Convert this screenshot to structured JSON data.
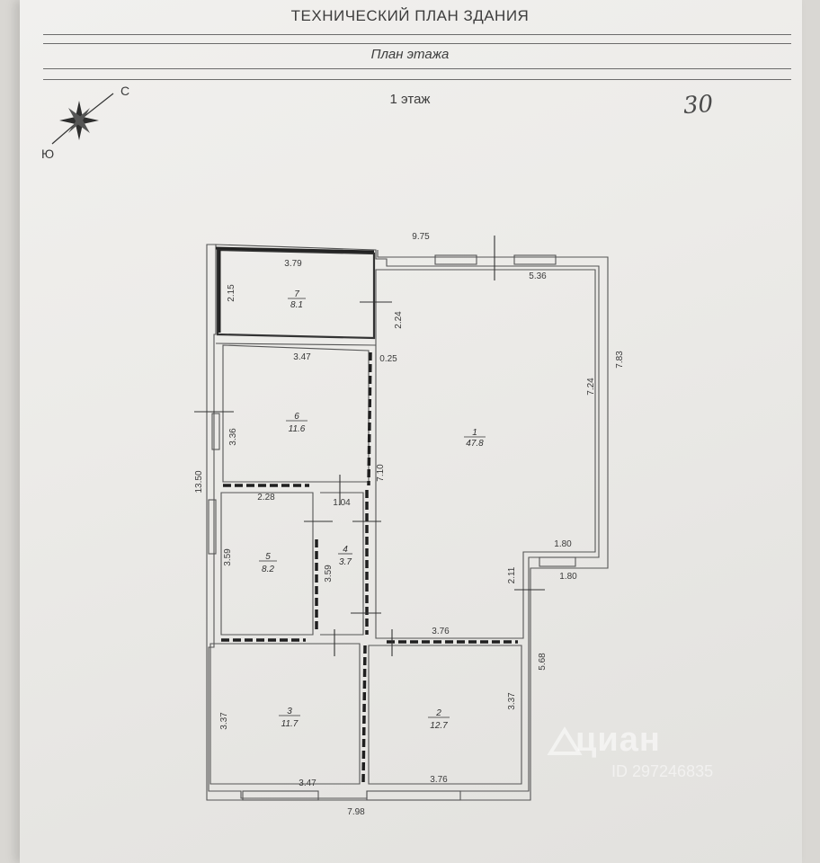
{
  "header": {
    "title": "ТЕХНИЧЕСКИЙ ПЛАН ЗДАНИЯ",
    "subtitle": "План этажа",
    "floor": "1 этаж"
  },
  "compass": {
    "north": "С",
    "south": "Ю"
  },
  "handwritten_note": "30",
  "rooms": [
    {
      "number": "1",
      "area": "47.8"
    },
    {
      "number": "2",
      "area": "12.7"
    },
    {
      "number": "3",
      "area": "11.7"
    },
    {
      "number": "4",
      "area": "3.7"
    },
    {
      "number": "5",
      "area": "8.2"
    },
    {
      "number": "6",
      "area": "11.6"
    },
    {
      "number": "7",
      "area": "8.1"
    }
  ],
  "dimensions": {
    "top_overall": "9.75",
    "r7_width": "3.79",
    "r7_height": "2.15",
    "r1_top": "5.36",
    "r1_gap": "2.24",
    "r1_wall": "0.25",
    "r1_height": "7.24",
    "right_overall": "7.83",
    "r6_width": "3.47",
    "r6_height": "3.36",
    "left_overall": "13.50",
    "corridor": "7.10",
    "r5_width": "2.28",
    "r4_width": "1.04",
    "r5_height": "3.59",
    "r4_height": "3.59",
    "notch_top": "1.80",
    "notch_side": "1.80",
    "notch_height": "2.11",
    "r2_top": "3.76",
    "right_lower": "5.68",
    "r3_height": "3.37",
    "r2_height": "3.37",
    "r3_bottom": "3.47",
    "r2_bottom": "3.76",
    "bottom_overall": "7.98"
  },
  "watermark": {
    "brand": "циан",
    "id": "ID 297246835"
  }
}
